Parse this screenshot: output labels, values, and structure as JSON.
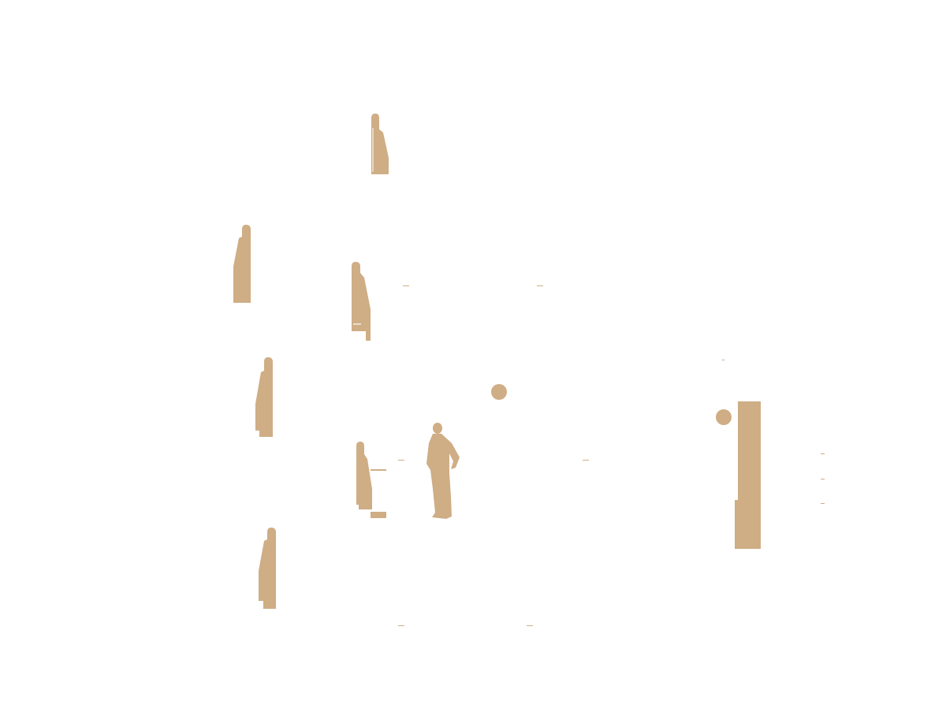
{
  "colors": {
    "fill": "#cfad85",
    "background": "#ffffff"
  },
  "figures": {
    "profiles": [
      {
        "name": "profile-top"
      },
      {
        "name": "profile-left-upper"
      },
      {
        "name": "profile-mid-upper"
      },
      {
        "name": "profile-left-middle"
      },
      {
        "name": "profile-mid-lower"
      },
      {
        "name": "profile-left-lower"
      }
    ],
    "human_scale": {
      "name": "standing-person-silhouette"
    },
    "tall_panel": {
      "name": "tall-panel"
    },
    "circles": [
      {
        "name": "circle-marker-center"
      },
      {
        "name": "circle-marker-right"
      }
    ]
  }
}
